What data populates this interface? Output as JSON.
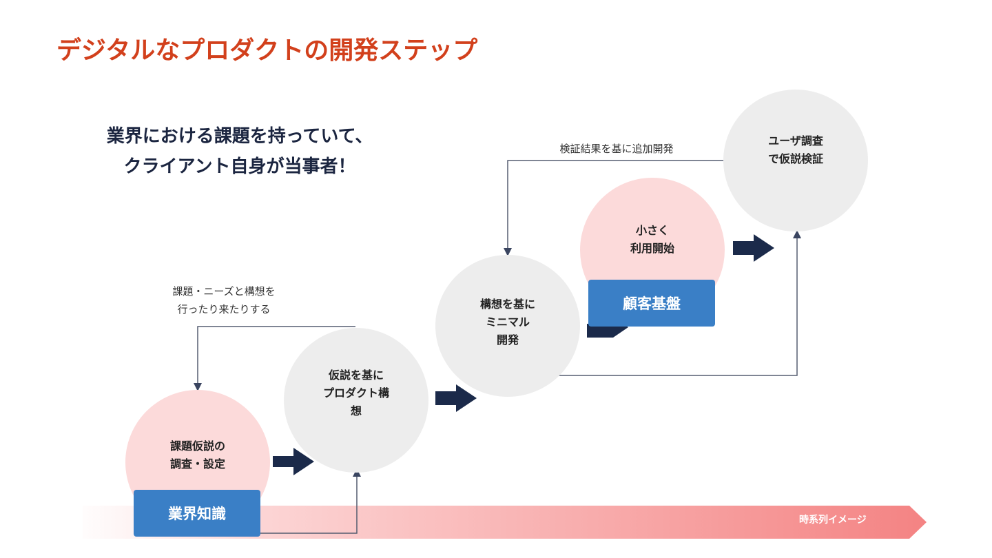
{
  "title": "デジタルなプロダクトの開発ステップ",
  "subtitle": {
    "line1": "業界における課題を持っていて、",
    "line2": "クライアント自身が当事者！"
  },
  "steps": [
    {
      "label": "課題仮説の\n調査・設定",
      "color": "pink",
      "tag": "業界知識"
    },
    {
      "label": "仮説を基に\nプロダクト構\n想",
      "color": "gray"
    },
    {
      "label": "構想を基に\nミニマル\n開発",
      "color": "gray"
    },
    {
      "label": "小さく\n利用開始",
      "color": "pink",
      "tag": "顧客基盤"
    },
    {
      "label": "ユーザ調査\nで仮説検証",
      "color": "gray"
    }
  ],
  "notes": {
    "loop1": "課題・ニーズと構想を\n行ったり来たりする",
    "loop2": "検証結果を基に追加開発"
  },
  "timeline": {
    "label": "時系列イメージ"
  },
  "colors": {
    "title": "#d2401c",
    "subtitle": "#1b2540",
    "pink_circle": "#fcdada",
    "gray_circle": "#ededed",
    "tag_blue": "#3a7fc6",
    "arrow_navy": "#1b2a4a",
    "timeline": "#f58a8a"
  }
}
